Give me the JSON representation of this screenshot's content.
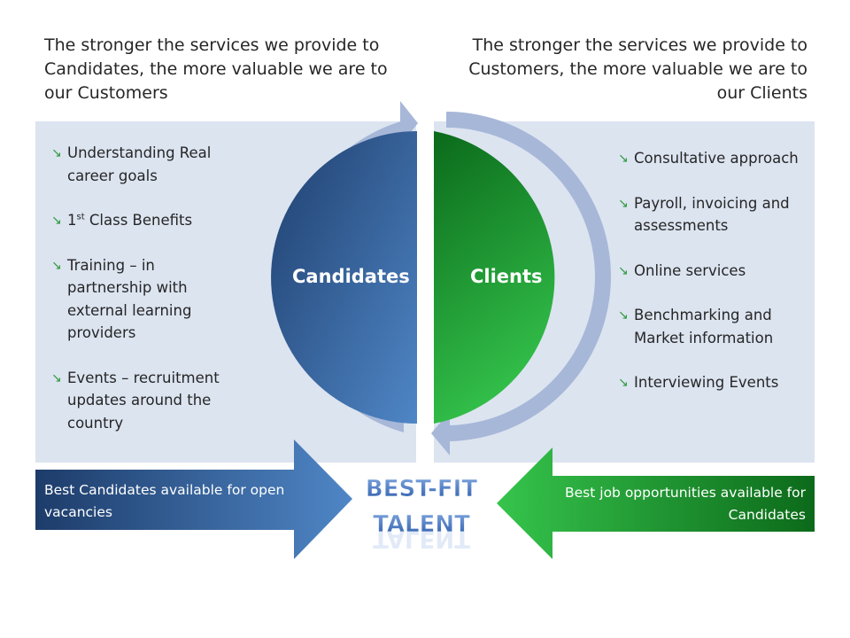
{
  "headings": {
    "left": "The stronger the services we provide to Candidates, the more valuable we are to our Customers",
    "right": "The stronger the services we provide to Customers, the more valuable we are to our Clients"
  },
  "candidates": {
    "label": "Candidates",
    "items": [
      "Understanding  Real career goals",
      "Class Benefits",
      "Training – in partnership with external learning providers",
      "Events – recruitment updates around the country"
    ],
    "item2_prefix": "1",
    "item2_sup": "st"
  },
  "clients": {
    "label": "Clients",
    "items": [
      "Consultative approach",
      "Payroll, invoicing and assessments",
      "Online services",
      "Benchmarking and Market information",
      "Interviewing Events"
    ]
  },
  "bottom": {
    "left_arrow_text": "Best Candidates available for open vacancies",
    "right_arrow_text": "Best job opportunities available for Candidates",
    "center_line1": "BEST-FIT",
    "center_line2": "TALENT"
  },
  "colors": {
    "panel": "#dce4f0",
    "blue_dark": "#22467a",
    "blue_light": "#4f86c6",
    "green_dark": "#0e6e1e",
    "green_light": "#2fb845",
    "ring": "#a7b7d8",
    "bullet": "#2e9a3e"
  },
  "icons": {
    "bullet": "arrow-down-right-icon"
  }
}
